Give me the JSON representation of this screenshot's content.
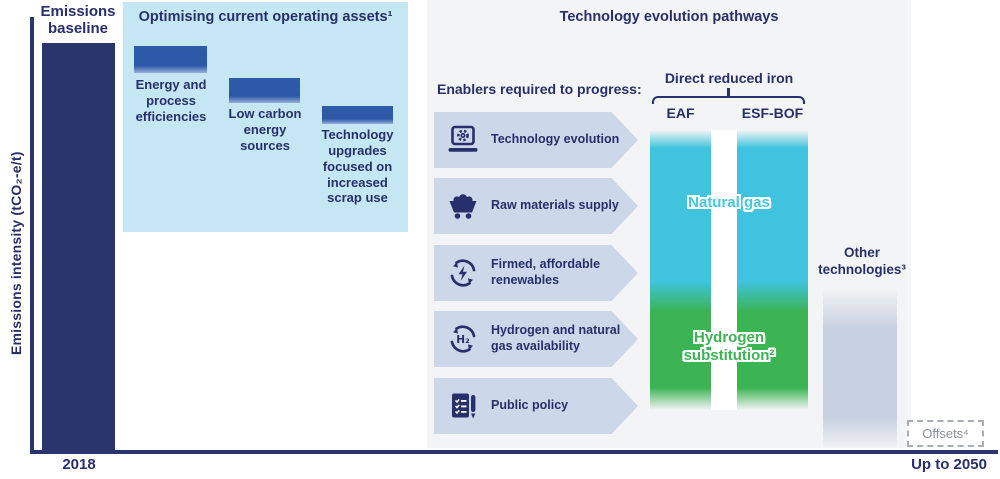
{
  "colors": {
    "navy_text": "#28306b",
    "axis_navy": "#2a356d",
    "baseline_bar": "#2a356d",
    "optimising_panel_bg": "#c5e7f4",
    "step_bar_blue": "#2b58a6",
    "pathways_panel_bg": "#f3f4f5",
    "enabler_chevron_bg": "#ccd7e9",
    "natural_gas_cyan": "#3fc3df",
    "hydrogen_green": "#3cb454",
    "other_technologies_bar": "#c6d0e1",
    "offsets_gray": "#8b9097"
  },
  "y_axis": {
    "label": "Emissions intensity (tCO₂-e/t)"
  },
  "x_axis": {
    "left_label": "2018",
    "right_label": "Up to 2050"
  },
  "baseline": {
    "label": "Emissions baseline"
  },
  "optimising": {
    "title": "Optimising current operating assets¹",
    "steps": [
      {
        "label": "Energy and process efficiencies"
      },
      {
        "label": "Low carbon energy sources"
      },
      {
        "label": "Technology upgrades focused on increased scrap use"
      }
    ]
  },
  "pathways": {
    "title": "Technology evolution pathways",
    "enablers_heading": "Enablers required to progress:",
    "enablers": [
      {
        "label": "Technology evolution",
        "icon": "laptop-gear-icon"
      },
      {
        "label": "Raw materials supply",
        "icon": "mine-cart-icon"
      },
      {
        "label": "Firmed, affordable renewables",
        "icon": "renewables-cycle-icon"
      },
      {
        "label": "Hydrogen and natural gas availability",
        "icon": "hydrogen-cycle-icon"
      },
      {
        "label": "Public policy",
        "icon": "policy-checklist-icon"
      }
    ],
    "dri": {
      "group_label": "Direct reduced iron",
      "columns": [
        {
          "label": "EAF"
        },
        {
          "label": "ESF-BOF"
        }
      ],
      "segments": [
        {
          "label": "Natural gas",
          "color": "#3fc3df"
        },
        {
          "label": "Hydrogen substitution²",
          "color": "#3cb454"
        }
      ]
    },
    "other": {
      "label": "Other technologies³"
    },
    "offsets": {
      "label": "Offsets⁴"
    }
  }
}
